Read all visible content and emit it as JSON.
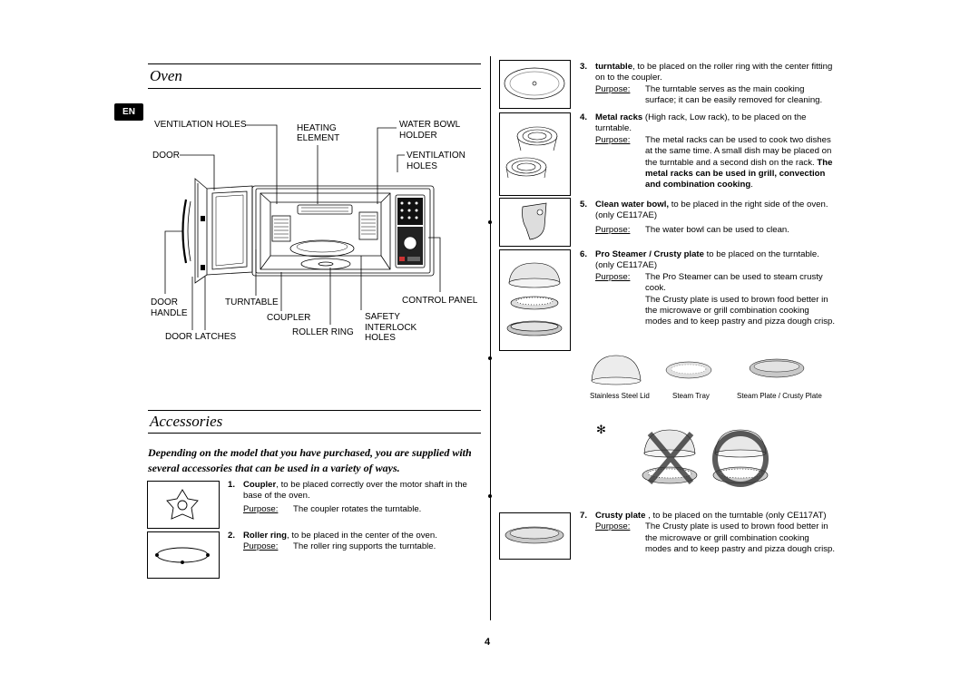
{
  "lang_tab": "EN",
  "page_number": "4",
  "oven": {
    "title": "Oven",
    "labels": {
      "ventilation_holes_top": "VENTILATION HOLES",
      "heating": "HEATING",
      "element": "ELEMENT",
      "water_bowl": "WATER BOWL",
      "holder": "HOLDER",
      "door": "DOOR",
      "ventilation": "VENTILATION",
      "holes": "HOLES",
      "door_handle_1": "DOOR",
      "door_handle_2": "HANDLE",
      "turntable": "TURNTABLE",
      "control_panel": "CONTROL PANEL",
      "coupler": "COUPLER",
      "safety": "SAFETY",
      "interlock": "INTERLOCK",
      "interlock_holes": "HOLES",
      "roller_ring": "ROLLER RING",
      "door_latches": "DOOR LATCHES"
    }
  },
  "accessories": {
    "title": "Accessories",
    "intro": "Depending on the model that you have purchased, you are supplied with several accessories that can be used in a variety of ways.",
    "purpose_label": "Purpose:",
    "items": [
      {
        "num": "1.",
        "name": "Coupler",
        "desc": ", to be placed correctly over the motor shaft in the base of the oven.",
        "purpose": "The coupler rotates the turntable."
      },
      {
        "num": "2.",
        "name": "Roller ring",
        "desc": ", to be placed in the center of the oven.",
        "purpose": "The roller ring supports the turntable."
      },
      {
        "num": "3.",
        "name": "turntable",
        "desc": ", to be placed on the roller ring with the center fitting on to the coupler.",
        "purpose": "The turntable serves as the main cooking surface; it can be easily removed for cleaning."
      },
      {
        "num": "4.",
        "name": "Metal racks",
        "desc": " (High rack, Low rack), to be placed on the turntable.",
        "purpose": "The metal racks can be used to cook two dishes at the same time. A small dish may be placed on the turntable and a second dish on the rack.",
        "purpose_bold": "The metal racks can be used in grill, convection and combination cooking"
      },
      {
        "num": "5.",
        "name": "Clean water bowl,",
        "desc": " to be placed in the right side of the oven. (only CE117AE)",
        "purpose": "The water bowl can be used to clean."
      },
      {
        "num": "6.",
        "name": "Pro Steamer / Crusty plate",
        "desc": " to be placed on the turntable. (only CE117AE)",
        "purpose": "The Pro Steamer can be used to steam crusty cook.",
        "purpose2": "The Crusty plate is used to brown food better in the microwave or grill combination cooking modes and to keep pastry and pizza dough crisp."
      },
      {
        "num": "7.",
        "name": "Crusty plate",
        "desc": " , to be placed on the turntable (only CE117AT)",
        "purpose": "The Crusty plate is used to brown food better in the microwave or grill combination cooking modes and to keep pastry and pizza dough crisp."
      }
    ],
    "captions": {
      "lid": "Stainless Steel Lid",
      "tray": "Steam Tray",
      "plate": "Steam Plate / Crusty Plate"
    },
    "note_symbol": "✻"
  }
}
